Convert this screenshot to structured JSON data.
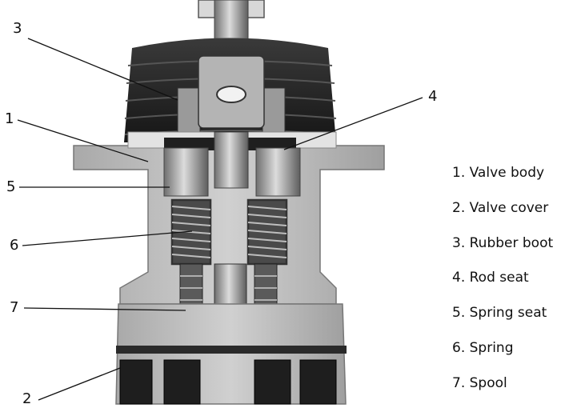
{
  "callouts": {
    "c1": "1",
    "c2": "2",
    "c3": "3",
    "c4": "4",
    "c5": "5",
    "c6": "6",
    "c7": "7"
  },
  "legend": [
    "1. Valve body",
    "2. Valve cover",
    "3. Rubber boot",
    "4. Rod seat",
    "5. Spring seat",
    "6. Spring",
    "7. Spool"
  ],
  "colors": {
    "body": "#b9b9b9",
    "body_light": "#d6d6d6",
    "dark": "#1c1c1c",
    "boot": "#2a2a2a",
    "metal": "#8c8c8c"
  }
}
